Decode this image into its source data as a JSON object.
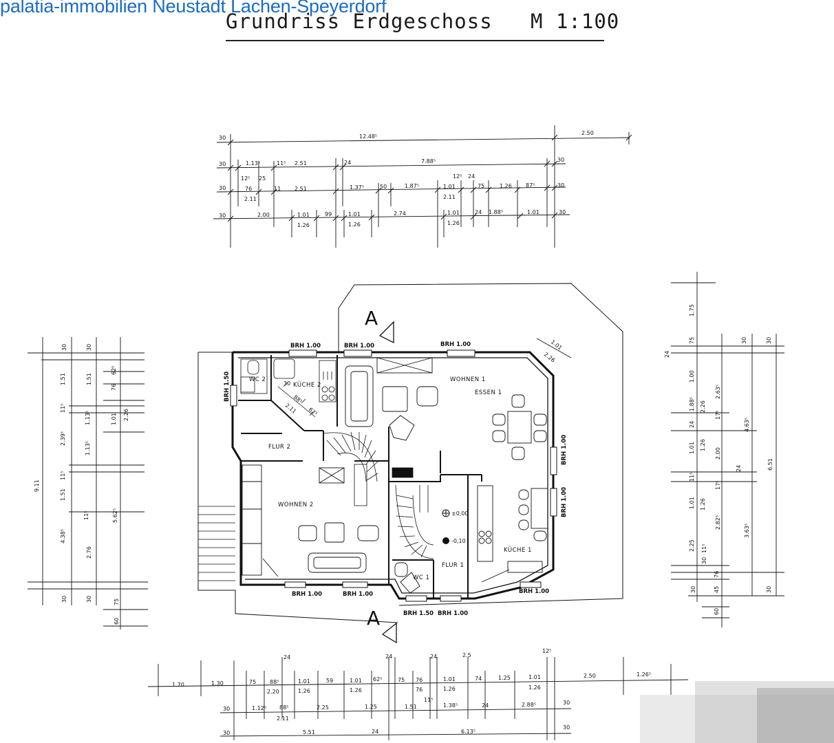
{
  "watermark": "palatia-immobilien Neustadt Lachen-Speyerdorf",
  "title": "Grundriss Erdgeschoss",
  "scale": "M 1:100",
  "colors": {
    "watermark": "#1a6cc4",
    "lines": "#111111"
  },
  "section_marker": "A",
  "rooms": {
    "wohnen1": "WOHNEN 1",
    "essen1": "ESSEN 1",
    "kueche1": "KÜCHE 1",
    "kueche2": "KÜCHE 2",
    "wc1": "WC 1",
    "wc2": "WC 2",
    "flur1": "FLUR 1",
    "flur2": "FLUR 2",
    "wohnen2": "WOHNEN 2"
  },
  "levels": {
    "ground": "±0,00",
    "lower": "-0,10"
  },
  "brh": {
    "top_left": "BRH 1.00",
    "top_mid": "BRH 1.00",
    "top_right": "BRH 1.00",
    "left": "BRH 1.50",
    "right_upper": "BRH 1.00",
    "right_lower": "BRH 1.00",
    "bottom_1": "BRH 1.00",
    "bottom_2": "BRH 1.00",
    "bottom_3": "BRH 1.50",
    "bottom_4": "BRH 1.00",
    "bottom_5": "BRH 1.00"
  },
  "dims_top": {
    "row1": [
      "30",
      "12.48⁵",
      "2.50"
    ],
    "row2": [
      "30",
      "1.13⁵",
      "11⁵",
      "2.51",
      "24",
      "7.88⁵",
      "30"
    ],
    "row3": [
      "30",
      "12⁵",
      "25",
      "76",
      "2.11",
      "11",
      "2.51",
      "1.37⁵",
      "50",
      "1.87⁵",
      "12⁵",
      "24",
      "1.01",
      "2.11",
      "75",
      "1.26",
      "87⁵",
      "30"
    ],
    "row4": [
      "30",
      "2.00",
      "1.01",
      "1.26",
      "99",
      "1.01",
      "1.26",
      "2.74",
      "1.01",
      "1.26",
      "24",
      "1.88⁵",
      "1.01",
      "30"
    ]
  },
  "dims_left": [
    "30",
    "1.51",
    "11⁵",
    "2.39⁵",
    "11⁵",
    "1.51",
    "11⁵",
    "4.38⁵",
    "30",
    "9.11",
    "30",
    "1.51",
    "1.13⁵",
    "1.13⁵",
    "2.76",
    "30",
    "62⁵",
    "76",
    "1.01",
    "2.26",
    "5.62⁵",
    "75",
    "60"
  ],
  "dims_right": [
    "1.75",
    "75",
    "24",
    "1.00",
    "1.88⁵",
    "24",
    "1.01",
    "11⁵",
    "1.01",
    "2.25",
    "30",
    "11⁵",
    "76",
    "30",
    "45",
    "60",
    "2.26",
    "1.26",
    "1.26",
    "2.82⁵",
    "2.63⁵",
    "17⁵",
    "2.00",
    "24",
    "17⁵",
    "4.63⁵",
    "3.63⁵",
    "6.51",
    "30",
    "30",
    "30"
  ],
  "dims_bottom": {
    "row1": [
      "1.70",
      "1.30",
      "75",
      "88⁵",
      "2.20",
      "24",
      "1.01",
      "1.26",
      "59",
      "1.01",
      "1.26",
      "62⁵",
      "24",
      "75",
      "76",
      "76",
      "24",
      "1.01",
      "1.26",
      "2.5",
      "74",
      "1.25",
      "1.01",
      "1.26",
      "12⁵",
      "2.50",
      "1.26⁵"
    ],
    "row2": [
      "30",
      "1.12⁵",
      "88⁵",
      "2.11",
      "2.25",
      "1.25",
      "1.51",
      "11⁵",
      "1.38⁵",
      "24",
      "2.88⁵",
      "30"
    ],
    "row3": [
      "30",
      "5.51",
      "24",
      "6.13⁵",
      "30"
    ]
  },
  "diag_dims": {
    "wall_a": "1.01",
    "wall_b": "2.26",
    "k2_a": "30",
    "k2_b": "88⁵",
    "k2_c": "2.11",
    "k2_d": "62⁵"
  }
}
